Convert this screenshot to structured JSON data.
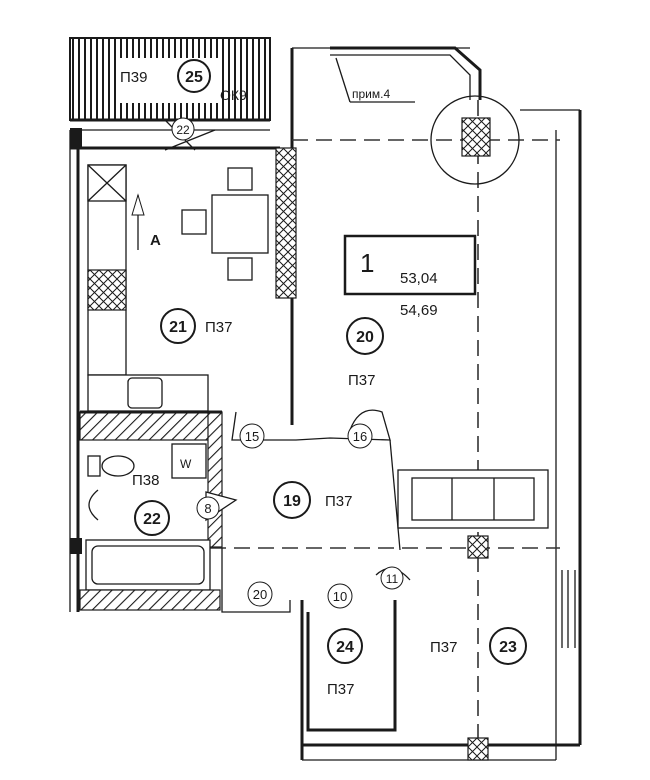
{
  "apartment": {
    "number": "1",
    "area_living": "53,04",
    "area_total": "54,69"
  },
  "labels": {
    "note": "прим.4",
    "section_marker": "A",
    "balcony_panel": "П39",
    "balcony_window": "ОК9",
    "wc_fixture": "W"
  },
  "rooms": [
    {
      "id": "25",
      "code": "П39"
    },
    {
      "id": "21",
      "code": "П37"
    },
    {
      "id": "20",
      "code": "П37"
    },
    {
      "id": "22",
      "code": "П38"
    },
    {
      "id": "19",
      "code": "П37"
    },
    {
      "id": "24",
      "code": "П37"
    },
    {
      "id": "23",
      "code": "П37"
    }
  ],
  "doors": [
    "22",
    "15",
    "16",
    "8",
    "20",
    "10",
    "11"
  ]
}
